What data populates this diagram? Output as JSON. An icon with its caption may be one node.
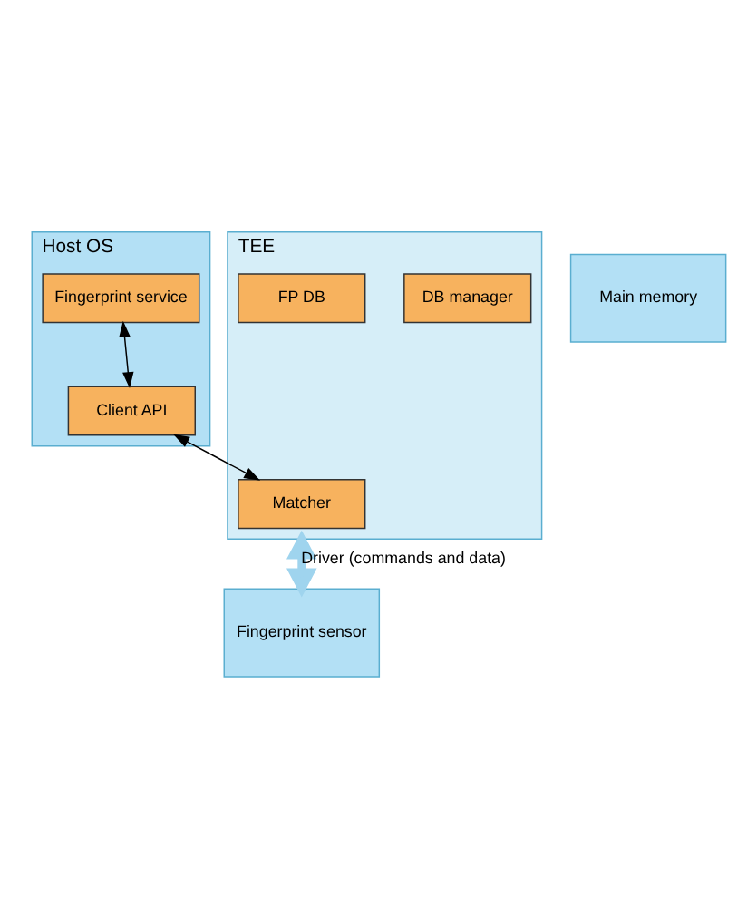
{
  "diagram": {
    "nodes": [
      {
        "text": [
          "Host OS"
        ]
      },
      {
        "text": [
          "Main memory"
        ]
      },
      {
        "text": [
          "Fingerprint service"
        ],
        "in": 0
      },
      {
        "text": [
          "Client API"
        ],
        "in": 0
      },
      {
        "text": [
          "TEE"
        ]
      },
      {
        "text": [
          "Matcher"
        ],
        "in": 4
      },
      {
        "text": [
          "DB manager"
        ],
        "in": 4
      },
      {
        "text": [
          "FP DB"
        ],
        "in": 4
      },
      {
        "text": [
          "Fingerprint sensor"
        ]
      }
    ],
    "edges": [
      {
        "from": 2,
        "to": 3,
        "arrow": "both"
      },
      {
        "from": 3,
        "to": 5,
        "arrow": "both"
      },
      {
        "from": 4,
        "to": 8,
        "arrow": "both",
        "label": "Driver (commands and data)",
        "style": "thick",
        "color": "#9fd4ee"
      }
    ]
  }
}
